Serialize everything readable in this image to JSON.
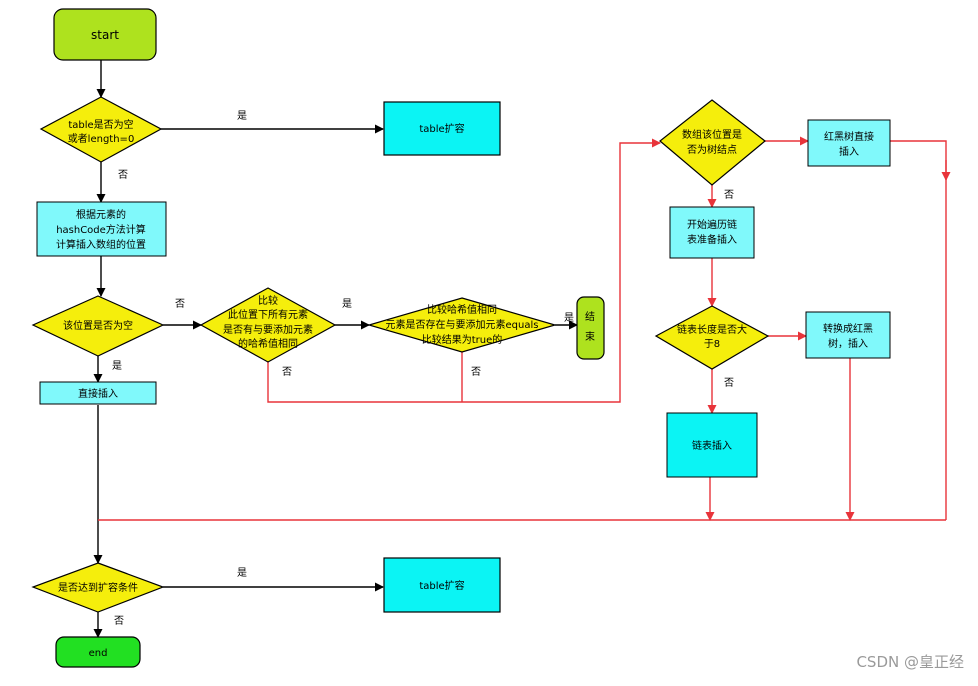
{
  "nodes": {
    "start": "start",
    "table_empty": [
      "table是否为空",
      "或者length=0"
    ],
    "resize_top": "table扩容",
    "compute_pos": [
      "根据元素的",
      "hashCode方法计算",
      "计算插入数组的位置"
    ],
    "pos_empty": "该位置是否为空",
    "direct_insert": "直接插入",
    "compare": [
      "比较",
      "此位置下所有元素",
      "是否有与要添加元素",
      "的哈希值相同"
    ],
    "compare_equals": [
      "比较哈希值相同",
      "元素是否存在与要添加元素equals",
      "比较结果为true的"
    ],
    "end_box": [
      "结",
      "束"
    ],
    "is_tree": [
      "数组该位置是",
      "否为树结点"
    ],
    "rbtree_insert": [
      "红黑树直接",
      "插入"
    ],
    "traverse_list": [
      "开始遍历链",
      "表准备插入"
    ],
    "list_len": [
      "链表长度是否大",
      "于8"
    ],
    "to_rbtree": [
      "转换成红黑",
      "树，插入"
    ],
    "list_insert": "链表插入",
    "need_resize": "是否达到扩容条件",
    "resize_bottom": "table扩容",
    "end": "end"
  },
  "edges": {
    "yes": "是",
    "no": "否"
  },
  "watermark": "CSDN @皇正经",
  "colors": {
    "start_fill": "#aee21e",
    "end_fill": "#22e022",
    "decision_fill": "#f5ee0c",
    "process_fill": "#80f9fb",
    "cyan_fill": "#0bf4f4",
    "red_line": "#e8343a",
    "black_line": "#000000"
  }
}
